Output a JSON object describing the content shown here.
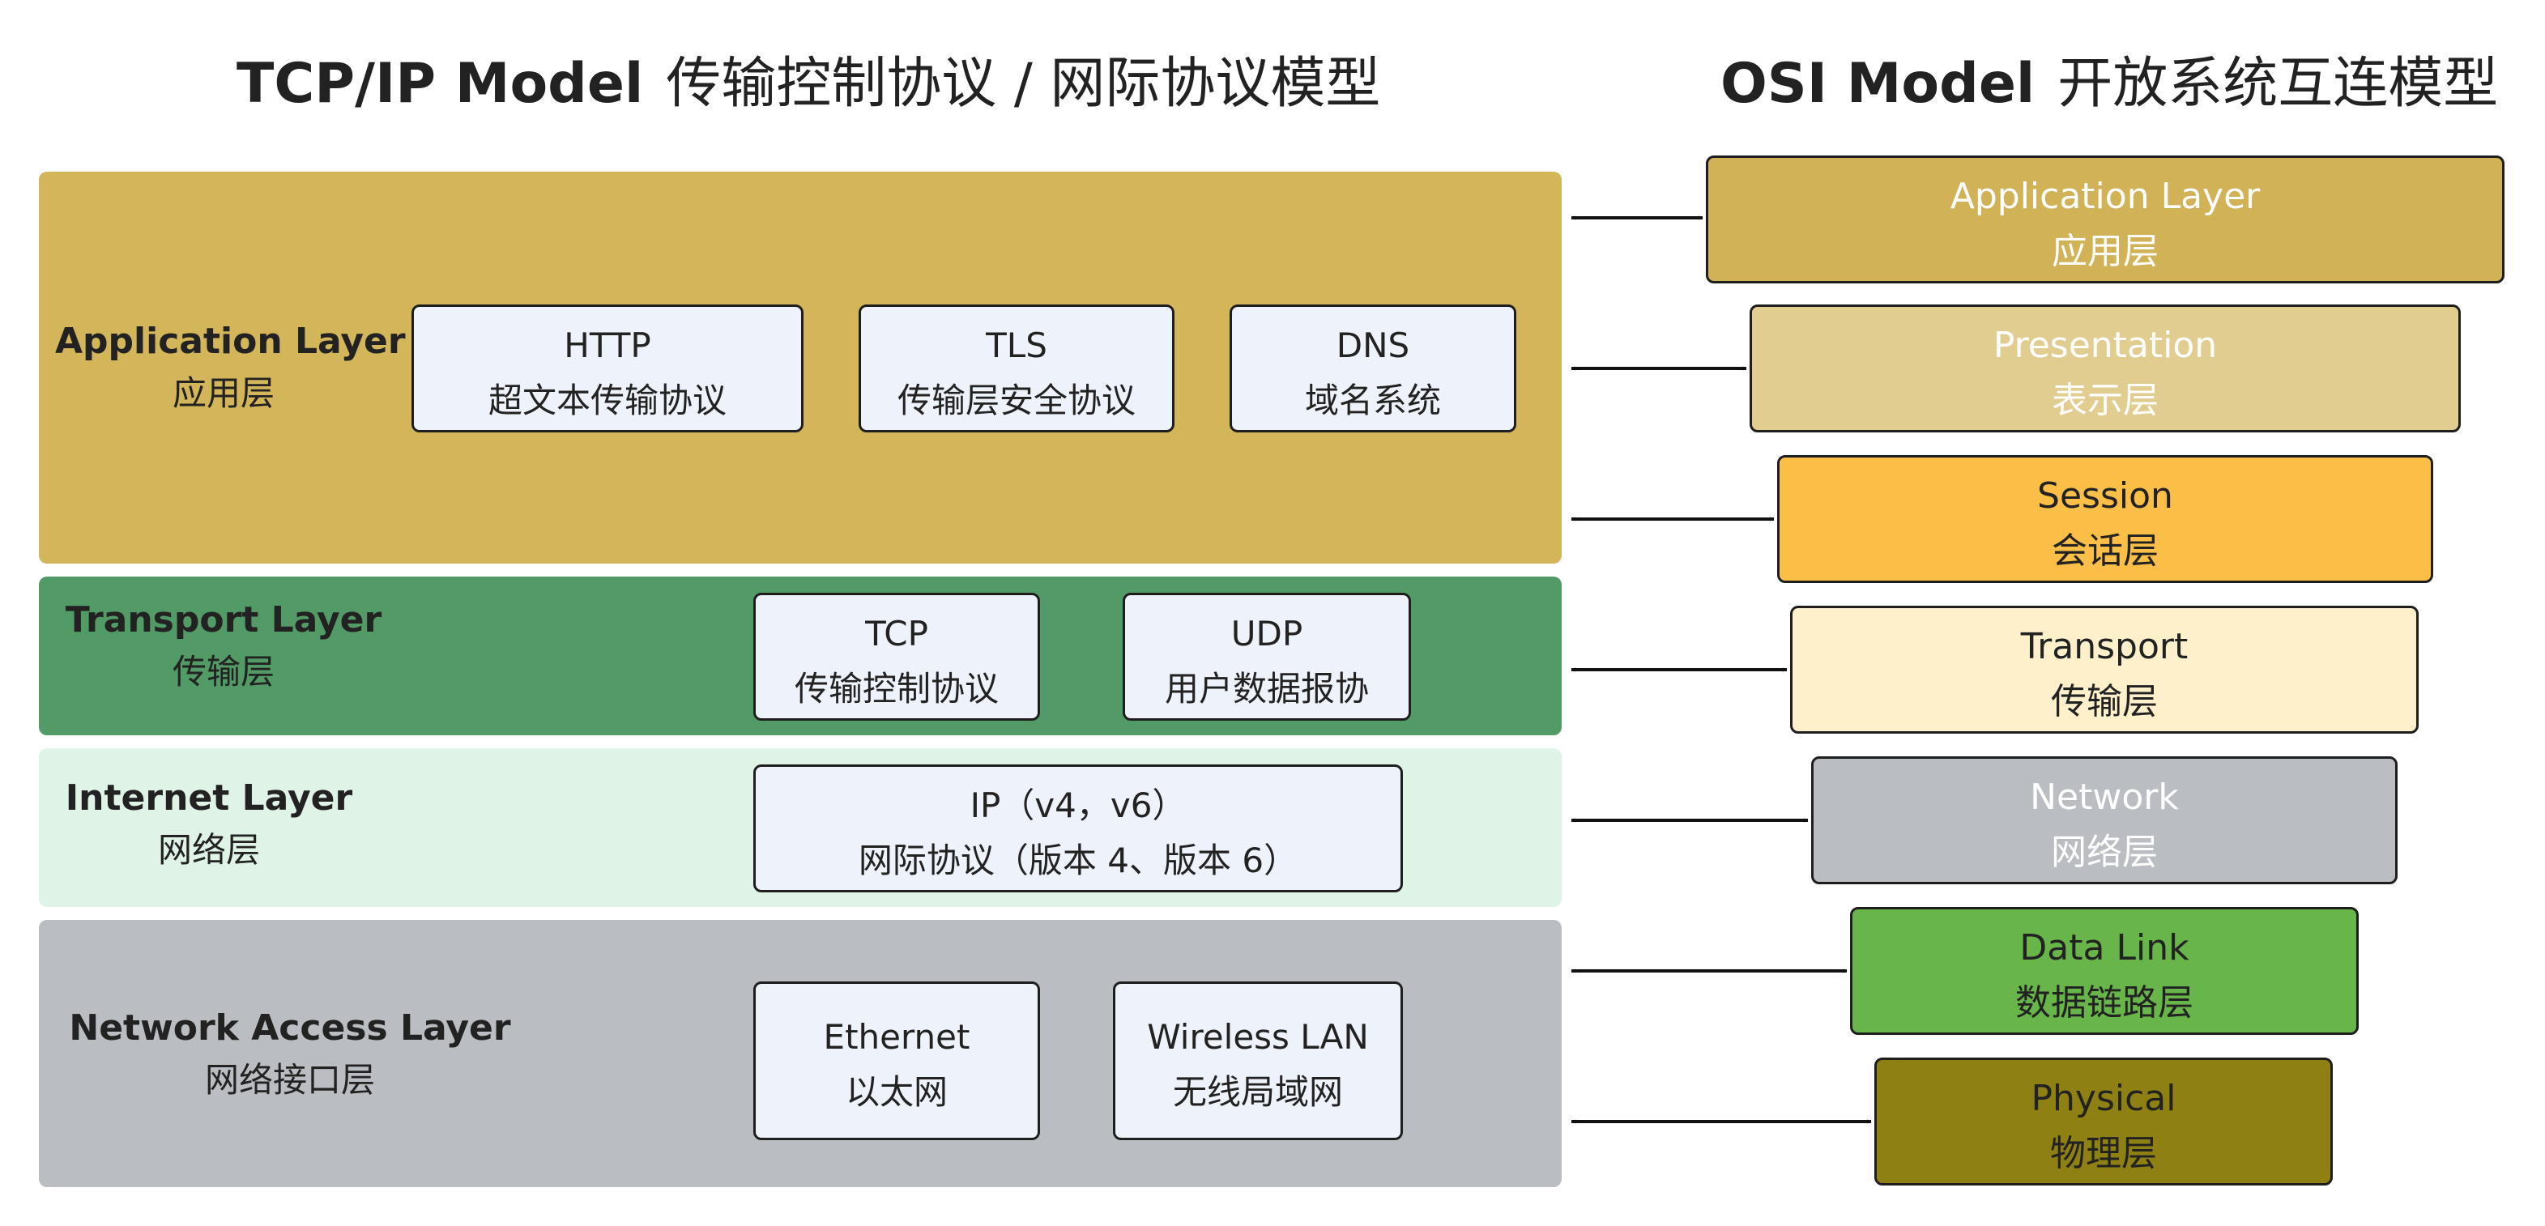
{
  "titles": {
    "tcpip_en": "TCP/IP Model",
    "tcpip_zh": "传输控制协议 / 网际协议模型",
    "osi_en": "OSI Model",
    "osi_zh": "开放系统互连模型"
  },
  "tcpip_layers": {
    "application": {
      "name_en": "Application Layer",
      "name_zh": "应用层",
      "color": "#d3b55a",
      "protocols": [
        {
          "name": "HTTP",
          "desc": "超文本传输协议"
        },
        {
          "name": "TLS",
          "desc": "传输层安全协议"
        },
        {
          "name": "DNS",
          "desc": "域名系统"
        }
      ]
    },
    "transport": {
      "name_en": "Transport Layer",
      "name_zh": "传输层",
      "color": "#529a66",
      "protocols": [
        {
          "name": "TCP",
          "desc": "传输控制协议"
        },
        {
          "name": "UDP",
          "desc": "用户数据报协"
        }
      ]
    },
    "internet": {
      "name_en": "Internet Layer",
      "name_zh": "网络层",
      "color": "#dff4e6",
      "protocols": [
        {
          "name": "IP（v4，v6）",
          "desc": "网际协议（版本 4、版本 6）"
        }
      ]
    },
    "network_access": {
      "name_en": "Network Access Layer",
      "name_zh": "网络接口层",
      "color": "#babdc1",
      "protocols": [
        {
          "name": "Ethernet",
          "desc": "以太网"
        },
        {
          "name": "Wireless LAN",
          "desc": "无线局域网"
        }
      ]
    }
  },
  "osi_layers": [
    {
      "name_en": "Application Layer",
      "name_zh": "应用层",
      "color": "#d1b257",
      "text_color": "#ffffff"
    },
    {
      "name_en": "Presentation",
      "name_zh": "表示层",
      "color": "#e2cd91",
      "text_color": "#ffffff"
    },
    {
      "name_en": "Session",
      "name_zh": "会话层",
      "color": "#fbbf47",
      "text_color": "#222222"
    },
    {
      "name_en": "Transport",
      "name_zh": "传输层",
      "color": "#fdf0cb",
      "text_color": "#222222"
    },
    {
      "name_en": "Network",
      "name_zh": "网络层",
      "color": "#babdc1",
      "text_color": "#ffffff"
    },
    {
      "name_en": "Data Link",
      "name_zh": "数据链路层",
      "color": "#68b64a",
      "text_color": "#222222"
    },
    {
      "name_en": "Physical",
      "name_zh": "物理层",
      "color": "#8e8013",
      "text_color": "#222222"
    }
  ]
}
